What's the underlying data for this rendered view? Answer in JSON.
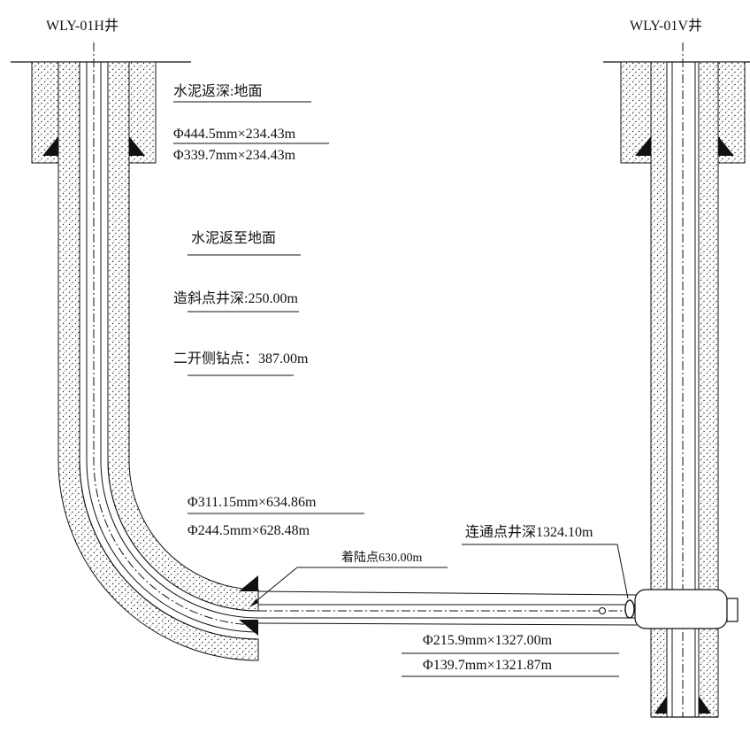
{
  "wells": {
    "horizontal_name": "WLY-01H井",
    "vertical_name": "WLY-01V井"
  },
  "annotations": {
    "cement_return_depth": "水泥返深:地面",
    "surface_hole": "Φ444.5mm×234.43m",
    "surface_casing": "Φ339.7mm×234.43m",
    "cement_to_surface": "水泥返至地面",
    "kickoff_point": "造斜点井深:250.00m",
    "sidetrack_point": "二开侧钻点：387.00m",
    "intermediate_hole": "Φ311.15mm×634.86m",
    "intermediate_casing": "Φ244.5mm×628.48m",
    "landing_point": "着陆点630.00m",
    "connection_point": "连通点井深1324.10m",
    "production_hole": "Φ215.9mm×1327.00m",
    "production_casing": "Φ139.7mm×1321.87m"
  }
}
